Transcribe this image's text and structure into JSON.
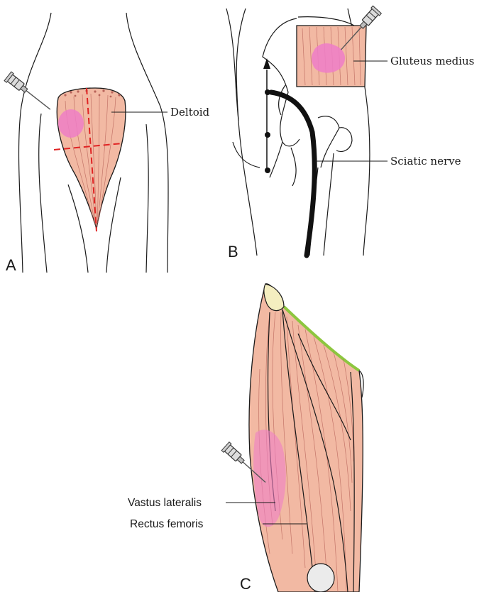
{
  "panels": {
    "a": {
      "letter": "A",
      "muscle_label": "Deltoid"
    },
    "b": {
      "letter": "B",
      "muscle_label": "Gluteus medius",
      "nerve_label": "Sciatic nerve"
    },
    "c": {
      "letter": "C",
      "muscle_label_1": "Vastus lateralis",
      "muscle_label_2": "Rectus femoris"
    }
  },
  "colors": {
    "muscle": "#f2b9a3",
    "muscle_fiber": "#b8645a",
    "injection_site": "#ee7ec6",
    "guide_line": "#e02424",
    "fascia": "#8dc63f",
    "bone_cap": "#f4eec0",
    "nerve": "#111111"
  },
  "icons": [
    "syringe-icon"
  ]
}
